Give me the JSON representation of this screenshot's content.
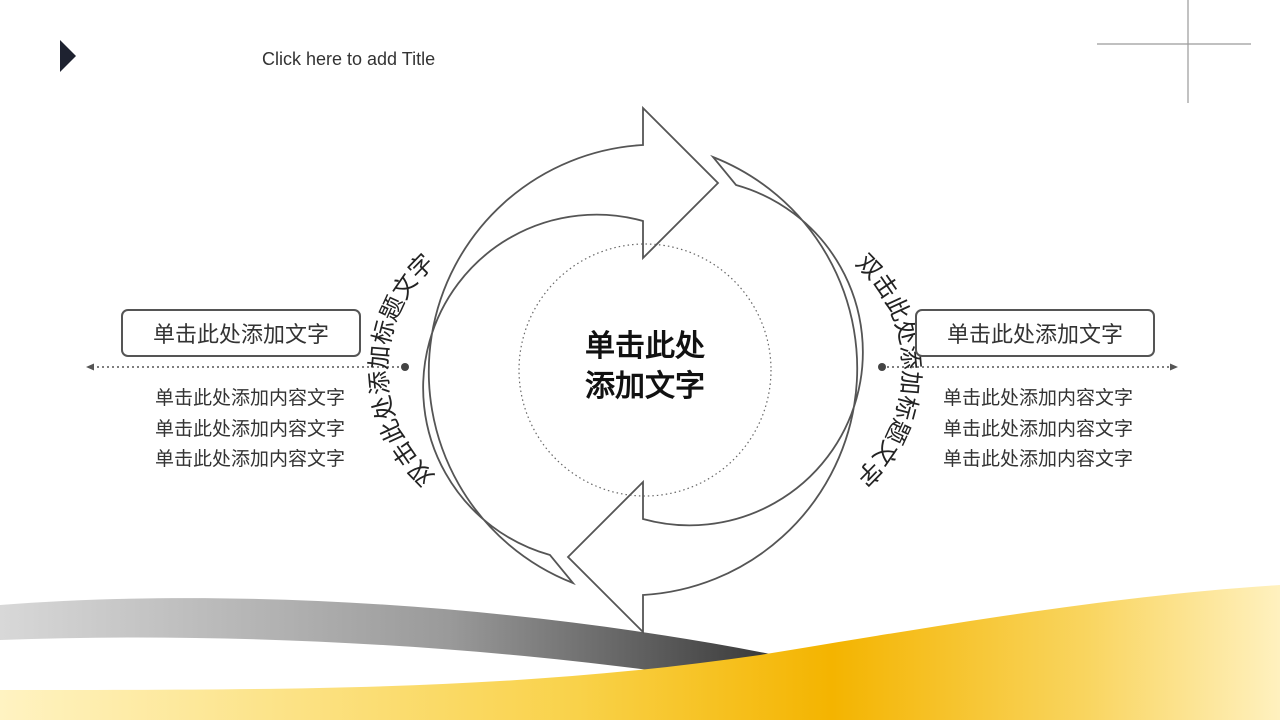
{
  "header": {
    "title": "Click here to add Title"
  },
  "center": {
    "line1": "单击此处",
    "line2": "添加文字"
  },
  "left": {
    "arc_title": "双击此处添加标题文字",
    "label": "单击此处添加文字",
    "lines": [
      "单击此处添加内容文字",
      "单击此处添加内容文字",
      "单击此处添加内容文字"
    ]
  },
  "right": {
    "arc_title": "双击此处添加标题文字",
    "label": "单击此处添加文字",
    "lines": [
      "单击此处添加内容文字",
      "单击此处添加内容文字",
      "单击此处添加内容文字"
    ]
  },
  "colors": {
    "accent": "#F6C21A",
    "dark": "#1E2230",
    "ring": "#555555"
  }
}
